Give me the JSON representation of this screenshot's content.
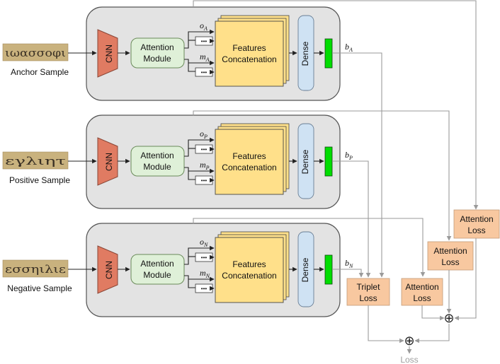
{
  "branches": [
    {
      "sample_label": "Anchor Sample",
      "sample_text": "ιωασσοφι",
      "cnn": "CNN",
      "attention_line1": "Attention",
      "attention_line2": "Module",
      "o_base": "o",
      "o_sub": "A",
      "m_base": "m",
      "m_sub": "A",
      "features_line1": "Features",
      "features_line2": "Concatenation",
      "dense": "Dense",
      "b_base": "b",
      "b_sub": "A"
    },
    {
      "sample_label": "Positive Sample",
      "sample_text": "εγλιητ",
      "cnn": "CNN",
      "attention_line1": "Attention",
      "attention_line2": "Module",
      "o_base": "o",
      "o_sub": "P",
      "m_base": "m",
      "m_sub": "P",
      "features_line1": "Features",
      "features_line2": "Concatenation",
      "dense": "Dense",
      "b_base": "b",
      "b_sub": "P"
    },
    {
      "sample_label": "Negative Sample",
      "sample_text": "εσσηιλιε",
      "cnn": "CNN",
      "attention_line1": "Attention",
      "attention_line2": "Module",
      "o_base": "o",
      "o_sub": "N",
      "m_base": "m",
      "m_sub": "N",
      "features_line1": "Features",
      "features_line2": "Concatenation",
      "dense": "Dense",
      "b_base": "b",
      "b_sub": "N"
    }
  ],
  "ellipsis": "•••",
  "losses": {
    "triplet_line1": "Triplet",
    "triplet_line2": "Loss",
    "attn_line1": "Attention",
    "attn_line2": "Loss",
    "final": "Loss",
    "plus": "⊕"
  },
  "colors": {
    "panel": "#e3e3e3",
    "cnn": "#e07b62",
    "attention": "#dff0d8",
    "features": "#ffe08a",
    "dense": "#cfe2f3",
    "embedding": "#00dd00",
    "loss": "#f8c8a0",
    "loss_output": "#9e9e9e"
  }
}
